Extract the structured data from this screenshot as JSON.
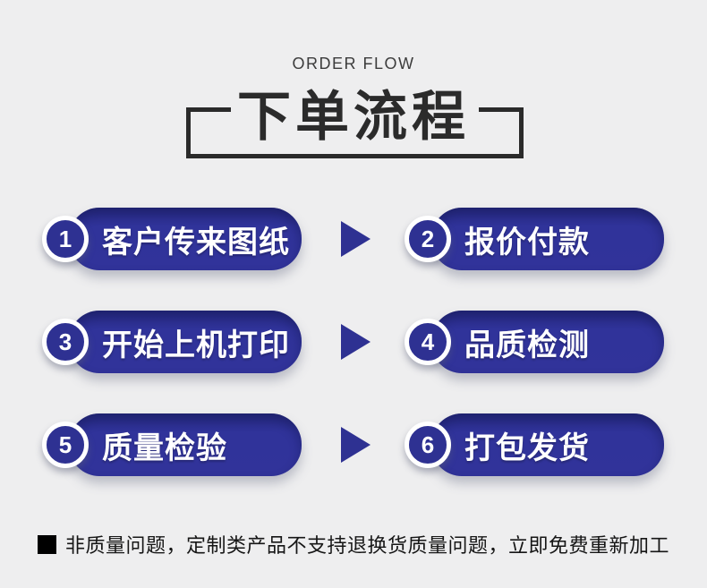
{
  "header": {
    "subtitle": "ORDER FLOW",
    "title": "下单流程"
  },
  "steps": [
    {
      "num": "1",
      "label": "客户传来图纸"
    },
    {
      "num": "2",
      "label": "报价付款"
    },
    {
      "num": "3",
      "label": "开始上机打印"
    },
    {
      "num": "4",
      "label": "品质检测"
    },
    {
      "num": "5",
      "label": "质量检验"
    },
    {
      "num": "6",
      "label": "打包发货"
    }
  ],
  "note": {
    "bullet": "■",
    "text": "非质量问题，定制类产品不支持退换货质量问题，立即免费重新加工"
  },
  "colors": {
    "primary_blue": "#2e3192",
    "background": "#eeeeef",
    "title_text": "#2b2b2b",
    "pill_text": "#ffffff",
    "note_text": "#161616"
  }
}
